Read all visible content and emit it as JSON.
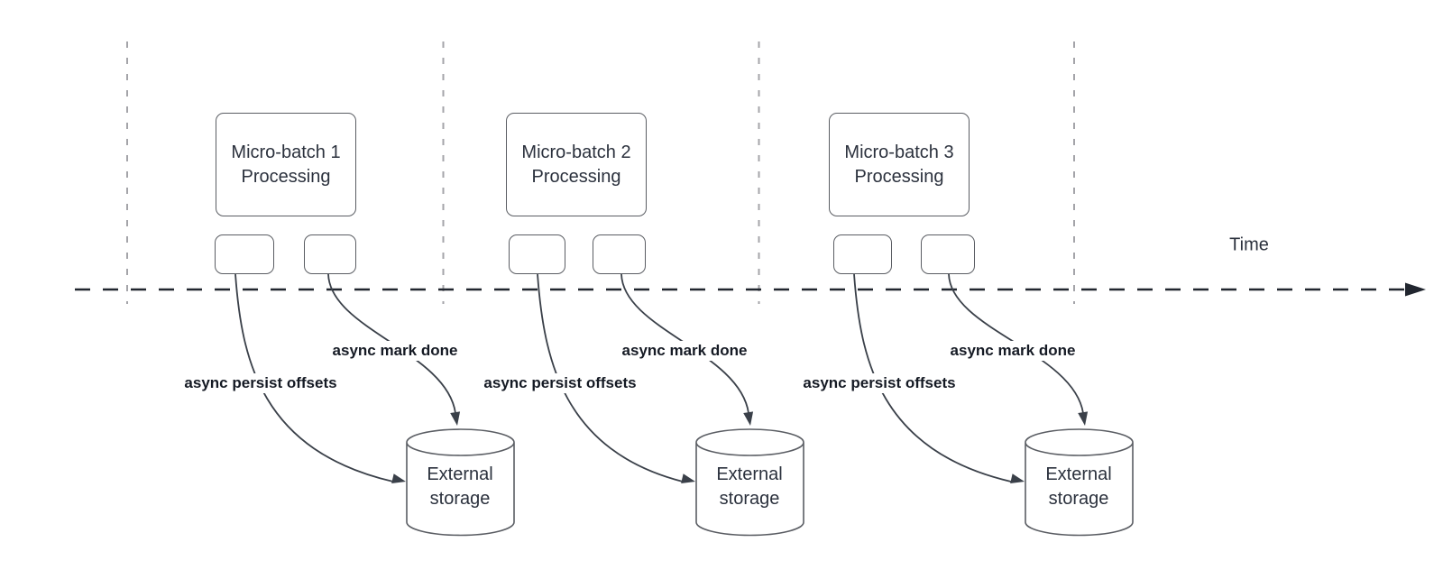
{
  "diagram": {
    "time_axis_label": "Time",
    "sections": [
      {
        "batch_title": "Micro-batch 1\nProcessing",
        "persist_label": "async persist offsets",
        "mark_done_label": "async mark done",
        "storage_title": "External\nstorage"
      },
      {
        "batch_title": "Micro-batch 2\nProcessing",
        "persist_label": "async persist offsets",
        "mark_done_label": "async mark done",
        "storage_title": "External\nstorage"
      },
      {
        "batch_title": "Micro-batch 3\nProcessing",
        "persist_label": "async persist offsets",
        "mark_done_label": "async mark done",
        "storage_title": "External\nstorage"
      }
    ],
    "colors": {
      "background": "#ffffff",
      "shape_fill": "#ffffff",
      "shape_border": "#5a5d63",
      "arrow_line": "#3a4049",
      "time_axis_line": "#21262f",
      "guide_line": "#a4a4a9",
      "shape_text": "#2b313d",
      "arrow_label_text": "#151a24"
    }
  }
}
